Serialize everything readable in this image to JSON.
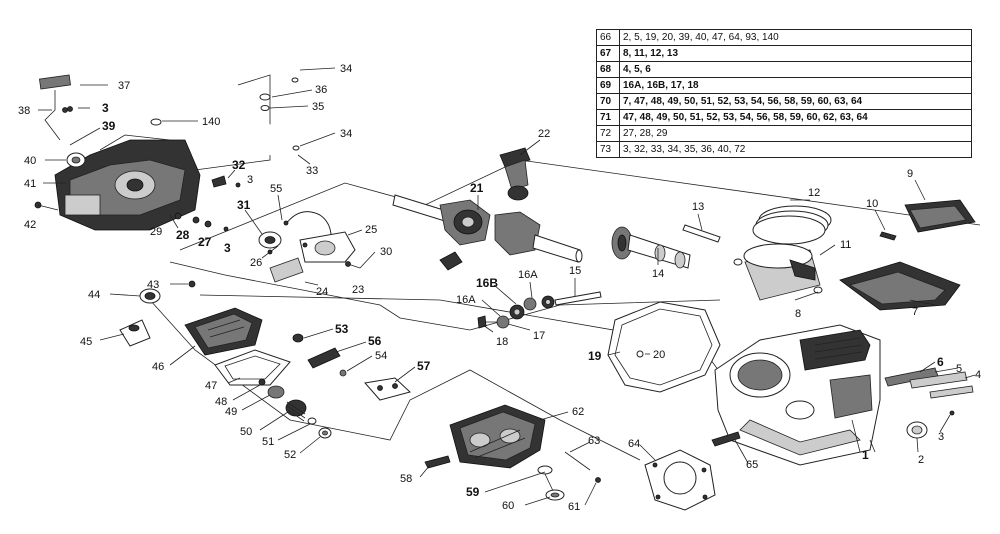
{
  "kit_table": [
    {
      "kit": "66",
      "parts": "2, 5, 19, 20, 39, 40, 47, 64, 93, 140",
      "bold": false
    },
    {
      "kit": "67",
      "parts": "8, 11, 12, 13",
      "bold": true
    },
    {
      "kit": "68",
      "parts": "4, 5, 6",
      "bold": true
    },
    {
      "kit": "69",
      "parts": "16A, 16B, 17, 18",
      "bold": true
    },
    {
      "kit": "70",
      "parts": "7, 47, 48, 49, 50, 51, 52, 53, 54, 56, 58, 59, 60, 63, 64",
      "bold": true
    },
    {
      "kit": "71",
      "parts": "47, 48, 49, 50, 51, 52, 53, 54, 56, 58, 59, 60, 62, 63, 64",
      "bold": true
    },
    {
      "kit": "72",
      "parts": "27, 28, 29",
      "bold": false
    },
    {
      "kit": "73",
      "parts": "3, 32, 33, 34, 35, 36, 40, 72",
      "bold": false
    }
  ],
  "callouts": {
    "c37": "37",
    "c38": "38",
    "c3a": "3",
    "c39": "39",
    "c140": "140",
    "c40": "40",
    "c41": "41",
    "c42": "42",
    "c34a": "34",
    "c36": "36",
    "c35": "35",
    "c34b": "34",
    "c33": "33",
    "c32": "32",
    "c3b": "3",
    "c55": "55",
    "c31": "31",
    "c29": "29",
    "c28": "28",
    "c27": "27",
    "c3c": "3",
    "c26": "26",
    "c25": "25",
    "c30": "30",
    "c23": "23",
    "c24": "24",
    "c22": "22",
    "c21": "21",
    "c13": "13",
    "c12": "12",
    "c11": "11",
    "c14": "14",
    "c9": "9",
    "c10": "10",
    "c8": "8",
    "c7": "7",
    "c15": "15",
    "c16A_top": "16A",
    "c16B": "16B",
    "c16A_left": "16A",
    "c17": "17",
    "c18": "18",
    "c19": "19",
    "c20": "20",
    "c43": "43",
    "c44": "44",
    "c45": "45",
    "c46": "46",
    "c47": "47",
    "c48": "48",
    "c49": "49",
    "c50": "50",
    "c51": "51",
    "c52": "52",
    "c53": "53",
    "c56": "56",
    "c54": "54",
    "c57": "57",
    "c62": "62",
    "c63": "63",
    "c58": "58",
    "c59": "59",
    "c60": "60",
    "c61": "61",
    "c64": "64",
    "c65": "65",
    "c1": "1",
    "c2": "2",
    "c3d": "3",
    "c4": "4",
    "c5": "5",
    "c6": "6"
  }
}
